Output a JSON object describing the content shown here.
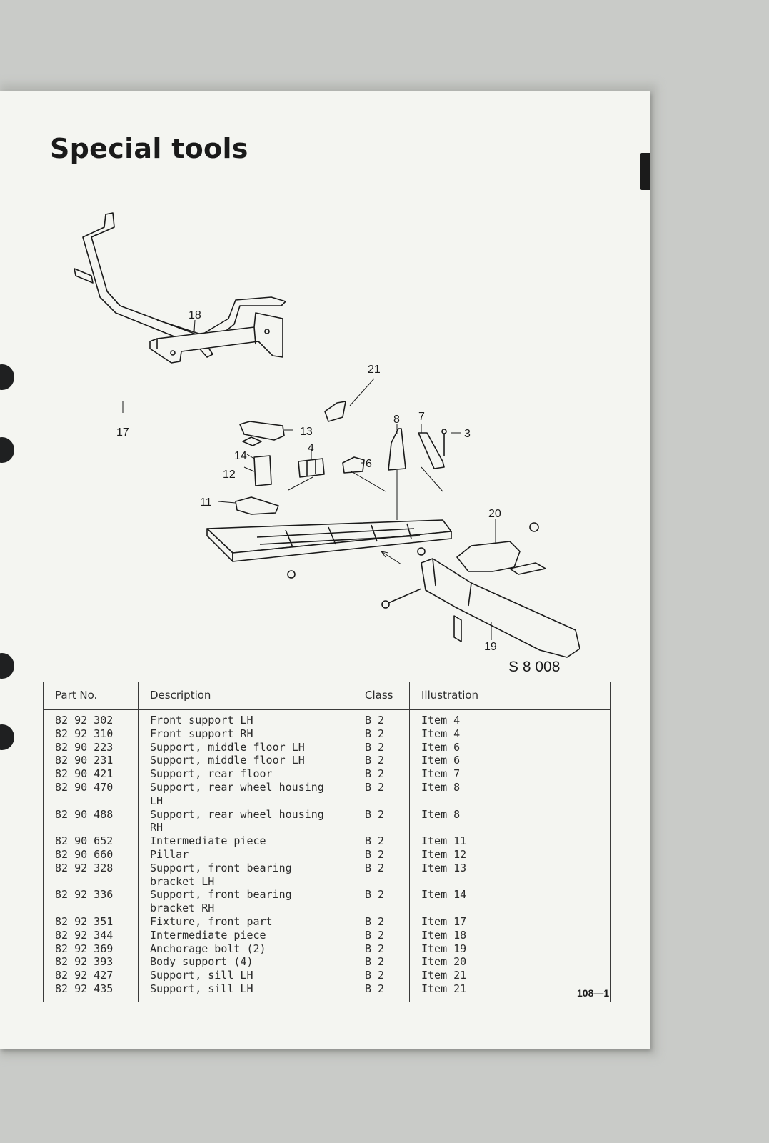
{
  "page": {
    "title": "Special tools",
    "page_number": "108—1"
  },
  "figure": {
    "code": "S 8 008",
    "callouts": [
      "18",
      "21",
      "17",
      "8",
      "7",
      "3",
      "13",
      "4",
      "6",
      "14",
      "12",
      "11",
      "20",
      "19"
    ]
  },
  "table": {
    "headers": {
      "part_no": "Part No.",
      "description": "Description",
      "class": "Class",
      "illustration": "Illustration"
    },
    "rows": [
      {
        "part_no": "82 92 302",
        "description": "Front support LH",
        "class": "B 2",
        "illustration": "Item 4"
      },
      {
        "part_no": "82 92 310",
        "description": "Front support RH",
        "class": "B 2",
        "illustration": "Item 4"
      },
      {
        "part_no": "82 90 223",
        "description": "Support, middle floor LH",
        "class": "B 2",
        "illustration": "Item 6"
      },
      {
        "part_no": "82 90 231",
        "description": "Support, middle floor LH",
        "class": "B 2",
        "illustration": "Item 6"
      },
      {
        "part_no": "82 90 421",
        "description": "Support, rear floor",
        "class": "B 2",
        "illustration": "Item 7"
      },
      {
        "part_no": "82 90 470",
        "description": "Support, rear wheel housing LH",
        "class": "B 2",
        "illustration": "Item 8"
      },
      {
        "part_no": "82 90 488",
        "description": "Support, rear wheel housing RH",
        "class": "B 2",
        "illustration": "Item 8"
      },
      {
        "part_no": "82 90 652",
        "description": "Intermediate piece",
        "class": "B 2",
        "illustration": "Item 11"
      },
      {
        "part_no": "82 90 660",
        "description": "Pillar",
        "class": "B 2",
        "illustration": "Item 12"
      },
      {
        "part_no": "82 92 328",
        "description": "Support, front bearing",
        "class": "B 2",
        "illustration": "Item 13"
      },
      {
        "part_no": "",
        "description": "bracket LH",
        "class": "",
        "illustration": ""
      },
      {
        "part_no": "82 92 336",
        "description": "Support, front bearing",
        "class": "B 2",
        "illustration": "Item 14"
      },
      {
        "part_no": "",
        "description": "bracket RH",
        "class": "",
        "illustration": ""
      },
      {
        "part_no": "82 92 351",
        "description": "Fixture, front part",
        "class": "B 2",
        "illustration": "Item 17"
      },
      {
        "part_no": "82 92 344",
        "description": "Intermediate piece",
        "class": "B 2",
        "illustration": "Item 18"
      },
      {
        "part_no": "82 92 369",
        "description": "Anchorage bolt (2)",
        "class": "B 2",
        "illustration": "Item 19"
      },
      {
        "part_no": "82 92 393",
        "description": "Body support (4)",
        "class": "B 2",
        "illustration": "Item 20"
      },
      {
        "part_no": "82 92 427",
        "description": "Support, sill LH",
        "class": "B 2",
        "illustration": "Item 21"
      },
      {
        "part_no": "82 92 435",
        "description": "Support, sill LH",
        "class": "B 2",
        "illustration": "Item 21"
      }
    ]
  }
}
